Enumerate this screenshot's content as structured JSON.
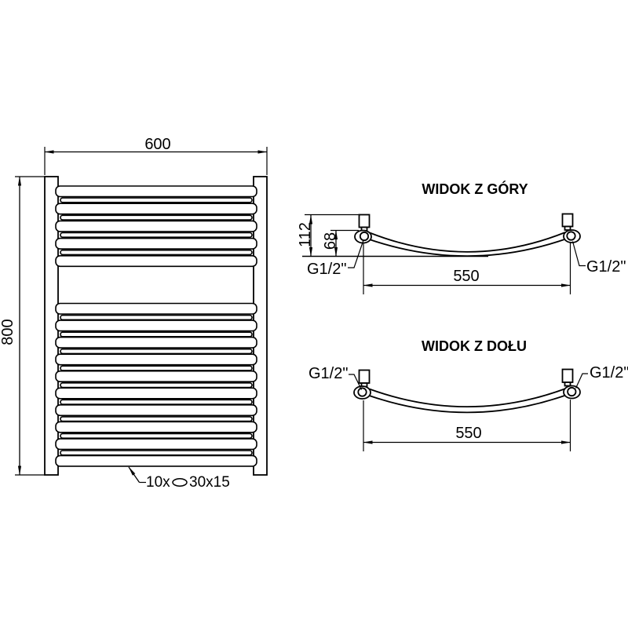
{
  "front_view": {
    "width_dim": "600",
    "height_dim": "800",
    "tube_note": {
      "prefix": "10x",
      "size": "30x15"
    },
    "tube_groups": [
      {
        "count": 5
      },
      {
        "count": 10
      }
    ]
  },
  "top_view": {
    "title": "WIDOK Z GÓRY",
    "depth_dim": "112",
    "collector_offset_dim": "68",
    "spacing_dim": "550",
    "left_connection": "G1/2\"",
    "right_connection": "G1/2\""
  },
  "bottom_view": {
    "title": "WIDOK Z DOŁU",
    "spacing_dim": "550",
    "left_connection": "G1/2\"",
    "right_connection": "G1/2\""
  },
  "colors": {
    "line": "#000000",
    "background": "#ffffff"
  }
}
